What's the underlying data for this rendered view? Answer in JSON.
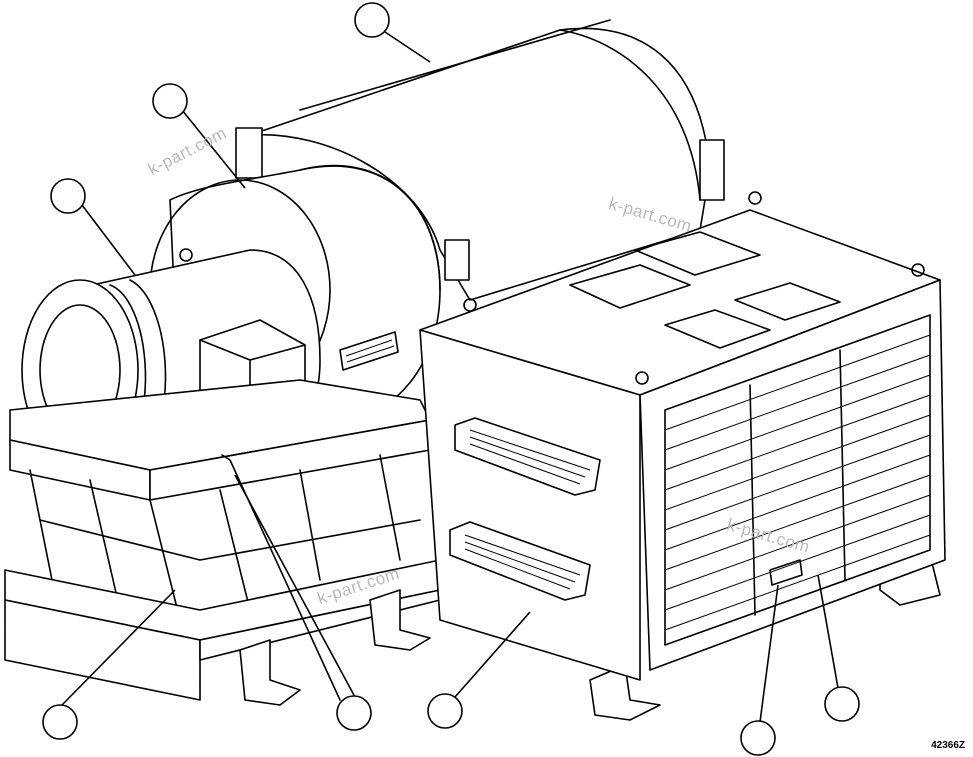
{
  "figure": {
    "document_code": "42366Z",
    "watermarks": [
      "k-part.com",
      "k-part.com",
      "k-part.com",
      "k-part.com"
    ]
  },
  "callouts": [
    {
      "id": "compressor-housing",
      "label": ""
    },
    {
      "id": "coupling-guard",
      "label": ""
    },
    {
      "id": "motor",
      "label": ""
    },
    {
      "id": "base-frame",
      "label": ""
    },
    {
      "id": "mounting-bracket",
      "label": ""
    },
    {
      "id": "cooler-side-panel",
      "label": ""
    },
    {
      "id": "cooler-drain",
      "label": ""
    },
    {
      "id": "cooler-louvers",
      "label": ""
    }
  ],
  "colors": {
    "line": "#000000",
    "background": "#ffffff",
    "watermark": "#b9b9b9"
  }
}
